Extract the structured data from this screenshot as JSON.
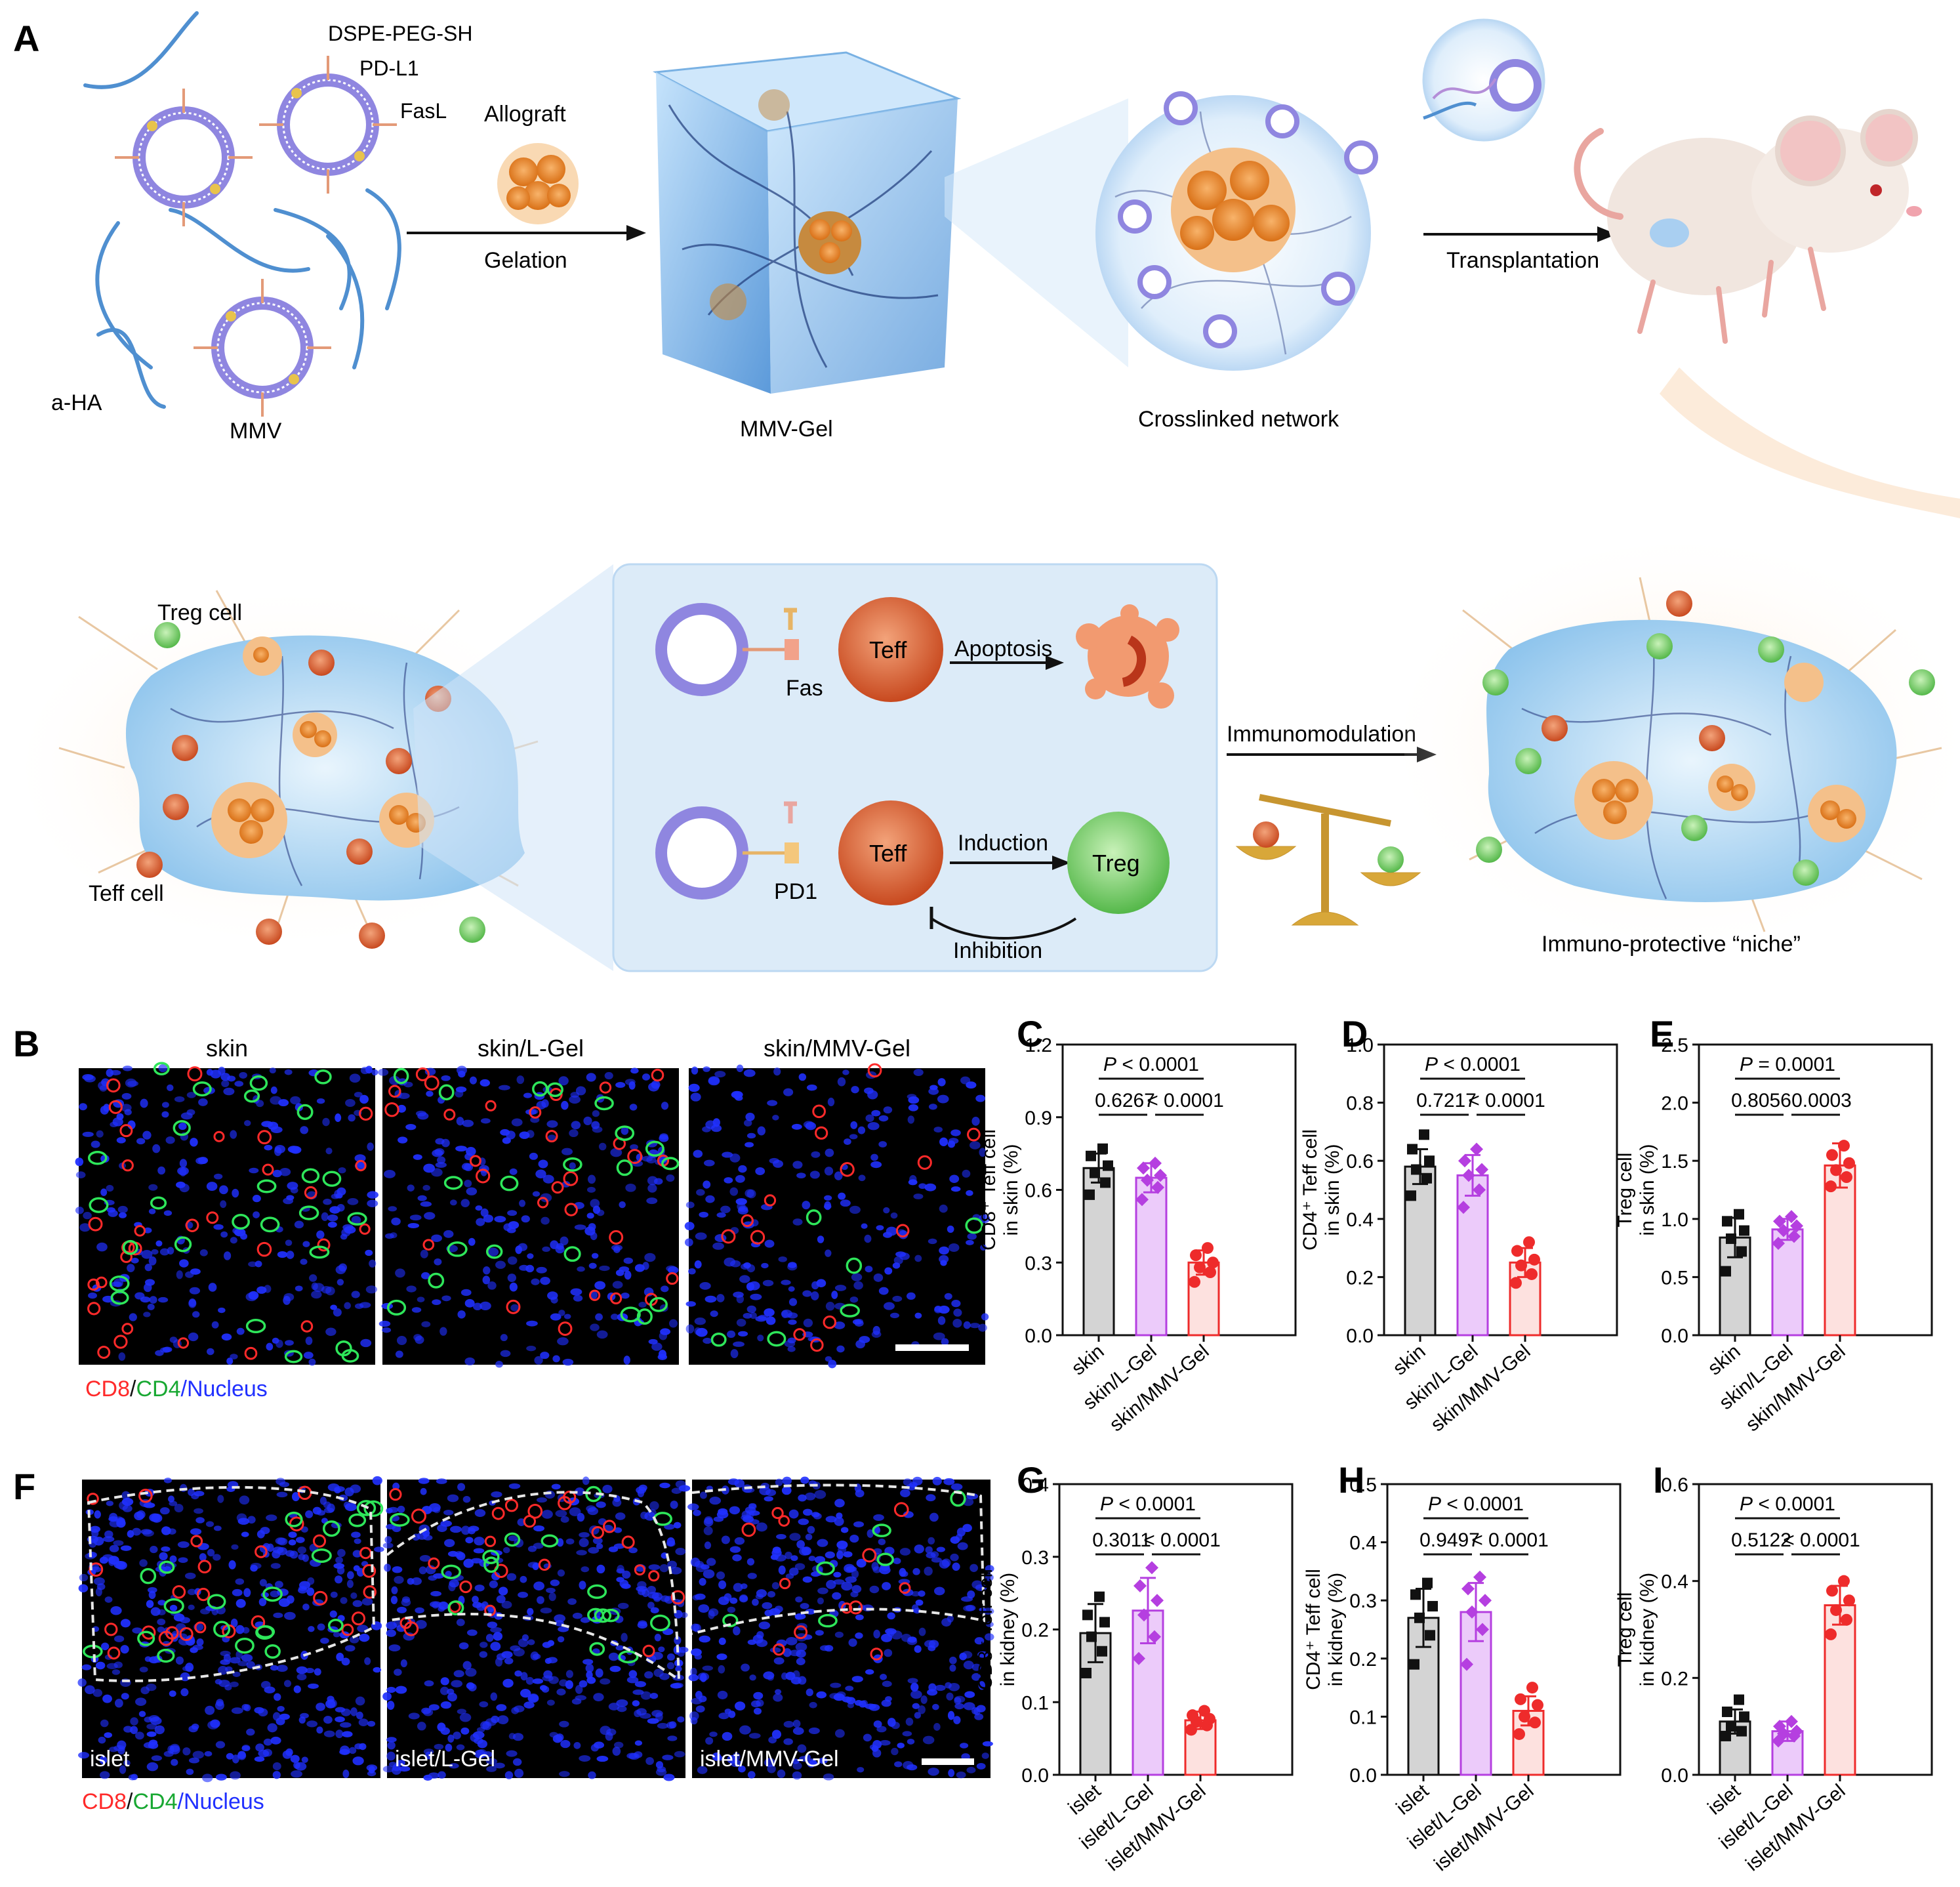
{
  "panel_letters": {
    "A": "A",
    "B": "B",
    "C": "C",
    "D": "D",
    "E": "E",
    "F": "F",
    "G": "G",
    "H": "H",
    "I": "I"
  },
  "schematic": {
    "labels": {
      "dspe": "DSPE-PEG-SH",
      "pdl1": "PD-L1",
      "fasl": "FasL",
      "allograft": "Allograft",
      "aha": "a-HA",
      "mmv": "MMV",
      "gelation": "Gelation",
      "mmv_gel": "MMV-Gel",
      "crosslinked": "Crosslinked network",
      "transplantation": "Transplantation",
      "treg_cell": "Treg cell",
      "teff_cell": "Teff cell",
      "teff": "Teff",
      "fas": "Fas",
      "apoptosis": "Apoptosis",
      "pd1": "PD1",
      "induction": "Induction",
      "treg": "Treg",
      "inhibition": "Inhibition",
      "immunomodulation": "Immunomodulation",
      "niche": "Immuno-protective “niche”"
    }
  },
  "micrographs": {
    "B": {
      "titles": [
        "skin",
        "skin/L-Gel",
        "skin/MMV-Gel"
      ],
      "legend": [
        "CD8",
        "/",
        "CD4",
        "/Nucleus"
      ]
    },
    "F": {
      "titles": [
        "islet",
        "islet/L-Gel",
        "islet/MMV-Gel"
      ],
      "legend": [
        "CD8",
        "/",
        "CD4",
        "/Nucleus"
      ]
    }
  },
  "colors": {
    "skin_grey": "#9e9e9e",
    "lgel_purple": "#b53fe0",
    "mmv_red": "#ee2b2b",
    "cd8_red": "#ff2a2a",
    "cd4_green": "#2ee65a",
    "nucleus_blue": "#2030ff"
  },
  "chart_data": [
    {
      "id": "C",
      "type": "bar",
      "categories": [
        "skin",
        "skin/L-Gel",
        "skin/MMV-Gel"
      ],
      "values": [
        0.69,
        0.65,
        0.3
      ],
      "errors": [
        0.06,
        0.06,
        0.05
      ],
      "points": [
        [
          0.58,
          0.63,
          0.67,
          0.7,
          0.74,
          0.77
        ],
        [
          0.56,
          0.61,
          0.64,
          0.66,
          0.69,
          0.71
        ],
        [
          0.22,
          0.26,
          0.28,
          0.3,
          0.33,
          0.36
        ]
      ],
      "ylabel_lines": [
        "CD8⁺ Teff cell",
        "in skin (%)"
      ],
      "ylim": [
        0,
        1.2
      ],
      "ticks": [
        "0.0",
        "0.3",
        "0.6",
        "0.9",
        "1.2"
      ],
      "stats": [
        "P < 0.0001",
        "0.6267",
        "< 0.0001"
      ]
    },
    {
      "id": "D",
      "type": "bar",
      "categories": [
        "skin",
        "skin/L-Gel",
        "skin/MMV-Gel"
      ],
      "values": [
        0.58,
        0.55,
        0.25
      ],
      "errors": [
        0.06,
        0.07,
        0.05
      ],
      "points": [
        [
          0.48,
          0.54,
          0.57,
          0.6,
          0.64,
          0.69
        ],
        [
          0.44,
          0.5,
          0.55,
          0.57,
          0.6,
          0.64
        ],
        [
          0.18,
          0.21,
          0.24,
          0.26,
          0.29,
          0.32
        ]
      ],
      "ylabel_lines": [
        "CD4⁺ Teff cell",
        "in skin (%)"
      ],
      "ylim": [
        0,
        1.0
      ],
      "ticks": [
        "0.0",
        "0.2",
        "0.4",
        "0.6",
        "0.8",
        "1.0"
      ],
      "stats": [
        "P < 0.0001",
        "0.7217",
        "< 0.0001"
      ]
    },
    {
      "id": "E",
      "type": "bar",
      "categories": [
        "skin",
        "skin/L-Gel",
        "skin/MMV-Gel"
      ],
      "values": [
        0.84,
        0.91,
        1.46
      ],
      "errors": [
        0.17,
        0.09,
        0.19
      ],
      "points": [
        [
          0.55,
          0.72,
          0.83,
          0.9,
          0.98,
          1.04
        ],
        [
          0.79,
          0.85,
          0.9,
          0.94,
          0.98,
          1.02
        ],
        [
          1.28,
          1.36,
          1.42,
          1.48,
          1.55,
          1.63
        ]
      ],
      "ylabel_lines": [
        "Treg cell",
        "in skin (%)"
      ],
      "ylim": [
        0,
        2.5
      ],
      "ticks": [
        "0.0",
        "0.5",
        "1.0",
        "1.5",
        "2.0",
        "2.5"
      ],
      "stats": [
        "P = 0.0001",
        "0.8056",
        "0.0003"
      ]
    },
    {
      "id": "G",
      "type": "bar",
      "categories": [
        "islet",
        "islet/L-Gel",
        "islet/MMV-Gel"
      ],
      "values": [
        0.195,
        0.226,
        0.075
      ],
      "errors": [
        0.04,
        0.045,
        0.012
      ],
      "points": [
        [
          0.14,
          0.17,
          0.19,
          0.21,
          0.22,
          0.245
        ],
        [
          0.16,
          0.19,
          0.22,
          0.24,
          0.26,
          0.285
        ],
        [
          0.062,
          0.068,
          0.073,
          0.077,
          0.082,
          0.088
        ]
      ],
      "ylabel_lines": [
        "CD8⁺ Teff cell",
        "in kidney (%)"
      ],
      "ylim": [
        0,
        0.4
      ],
      "ticks": [
        "0.0",
        "0.1",
        "0.2",
        "0.3",
        "0.4"
      ],
      "stats": [
        "P < 0.0001",
        "0.3011",
        "< 0.0001"
      ]
    },
    {
      "id": "H",
      "type": "bar",
      "categories": [
        "islet",
        "islet/L-Gel",
        "islet/MMV-Gel"
      ],
      "values": [
        0.27,
        0.28,
        0.11
      ],
      "errors": [
        0.05,
        0.05,
        0.025
      ],
      "points": [
        [
          0.19,
          0.24,
          0.27,
          0.29,
          0.31,
          0.33
        ],
        [
          0.19,
          0.25,
          0.28,
          0.3,
          0.32,
          0.34
        ],
        [
          0.07,
          0.09,
          0.1,
          0.12,
          0.13,
          0.15
        ]
      ],
      "ylabel_lines": [
        "CD4⁺ Teff cell",
        "in kidney (%)"
      ],
      "ylim": [
        0,
        0.5
      ],
      "ticks": [
        "0.0",
        "0.1",
        "0.2",
        "0.3",
        "0.4",
        "0.5"
      ],
      "stats": [
        "P < 0.0001",
        "0.9497",
        "< 0.0001"
      ]
    },
    {
      "id": "I",
      "type": "bar",
      "categories": [
        "islet",
        "islet/L-Gel",
        "islet/MMV-Gel"
      ],
      "values": [
        0.11,
        0.09,
        0.35
      ],
      "errors": [
        0.025,
        0.02,
        0.04
      ],
      "points": [
        [
          0.08,
          0.09,
          0.1,
          0.12,
          0.13,
          0.155
        ],
        [
          0.07,
          0.08,
          0.085,
          0.09,
          0.1,
          0.11
        ],
        [
          0.29,
          0.32,
          0.34,
          0.36,
          0.38,
          0.4
        ]
      ],
      "ylabel_lines": [
        "Treg cell",
        "in kidney (%)"
      ],
      "ylim": [
        0,
        0.6
      ],
      "ticks": [
        "0.0",
        "0.2",
        "0.4",
        "0.6"
      ],
      "stats": [
        "P < 0.0001",
        "0.5122",
        "< 0.0001"
      ]
    }
  ]
}
